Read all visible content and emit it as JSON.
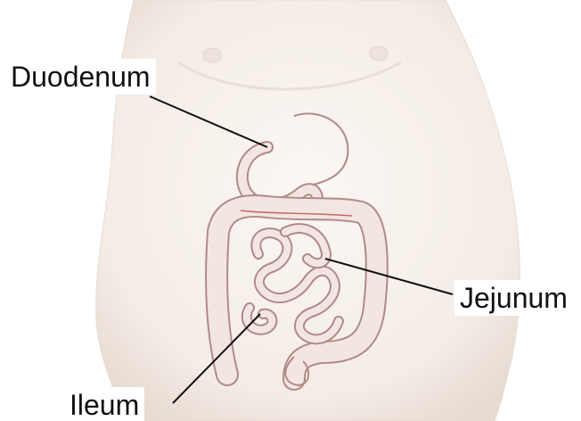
{
  "labels": {
    "duodenum": "Duodenum",
    "jejunum": "Jejunum",
    "ileum": "Ileum"
  },
  "colors": {
    "background": "#ffffff",
    "skin": "#f5efea",
    "skin_shadow": "#e9ddd4",
    "intestine_fill": "#f3e6e2",
    "intestine_outline": "#b08a86",
    "vessel": "#c46a6a",
    "pointer_line": "#111111",
    "label_text": "#111111"
  }
}
